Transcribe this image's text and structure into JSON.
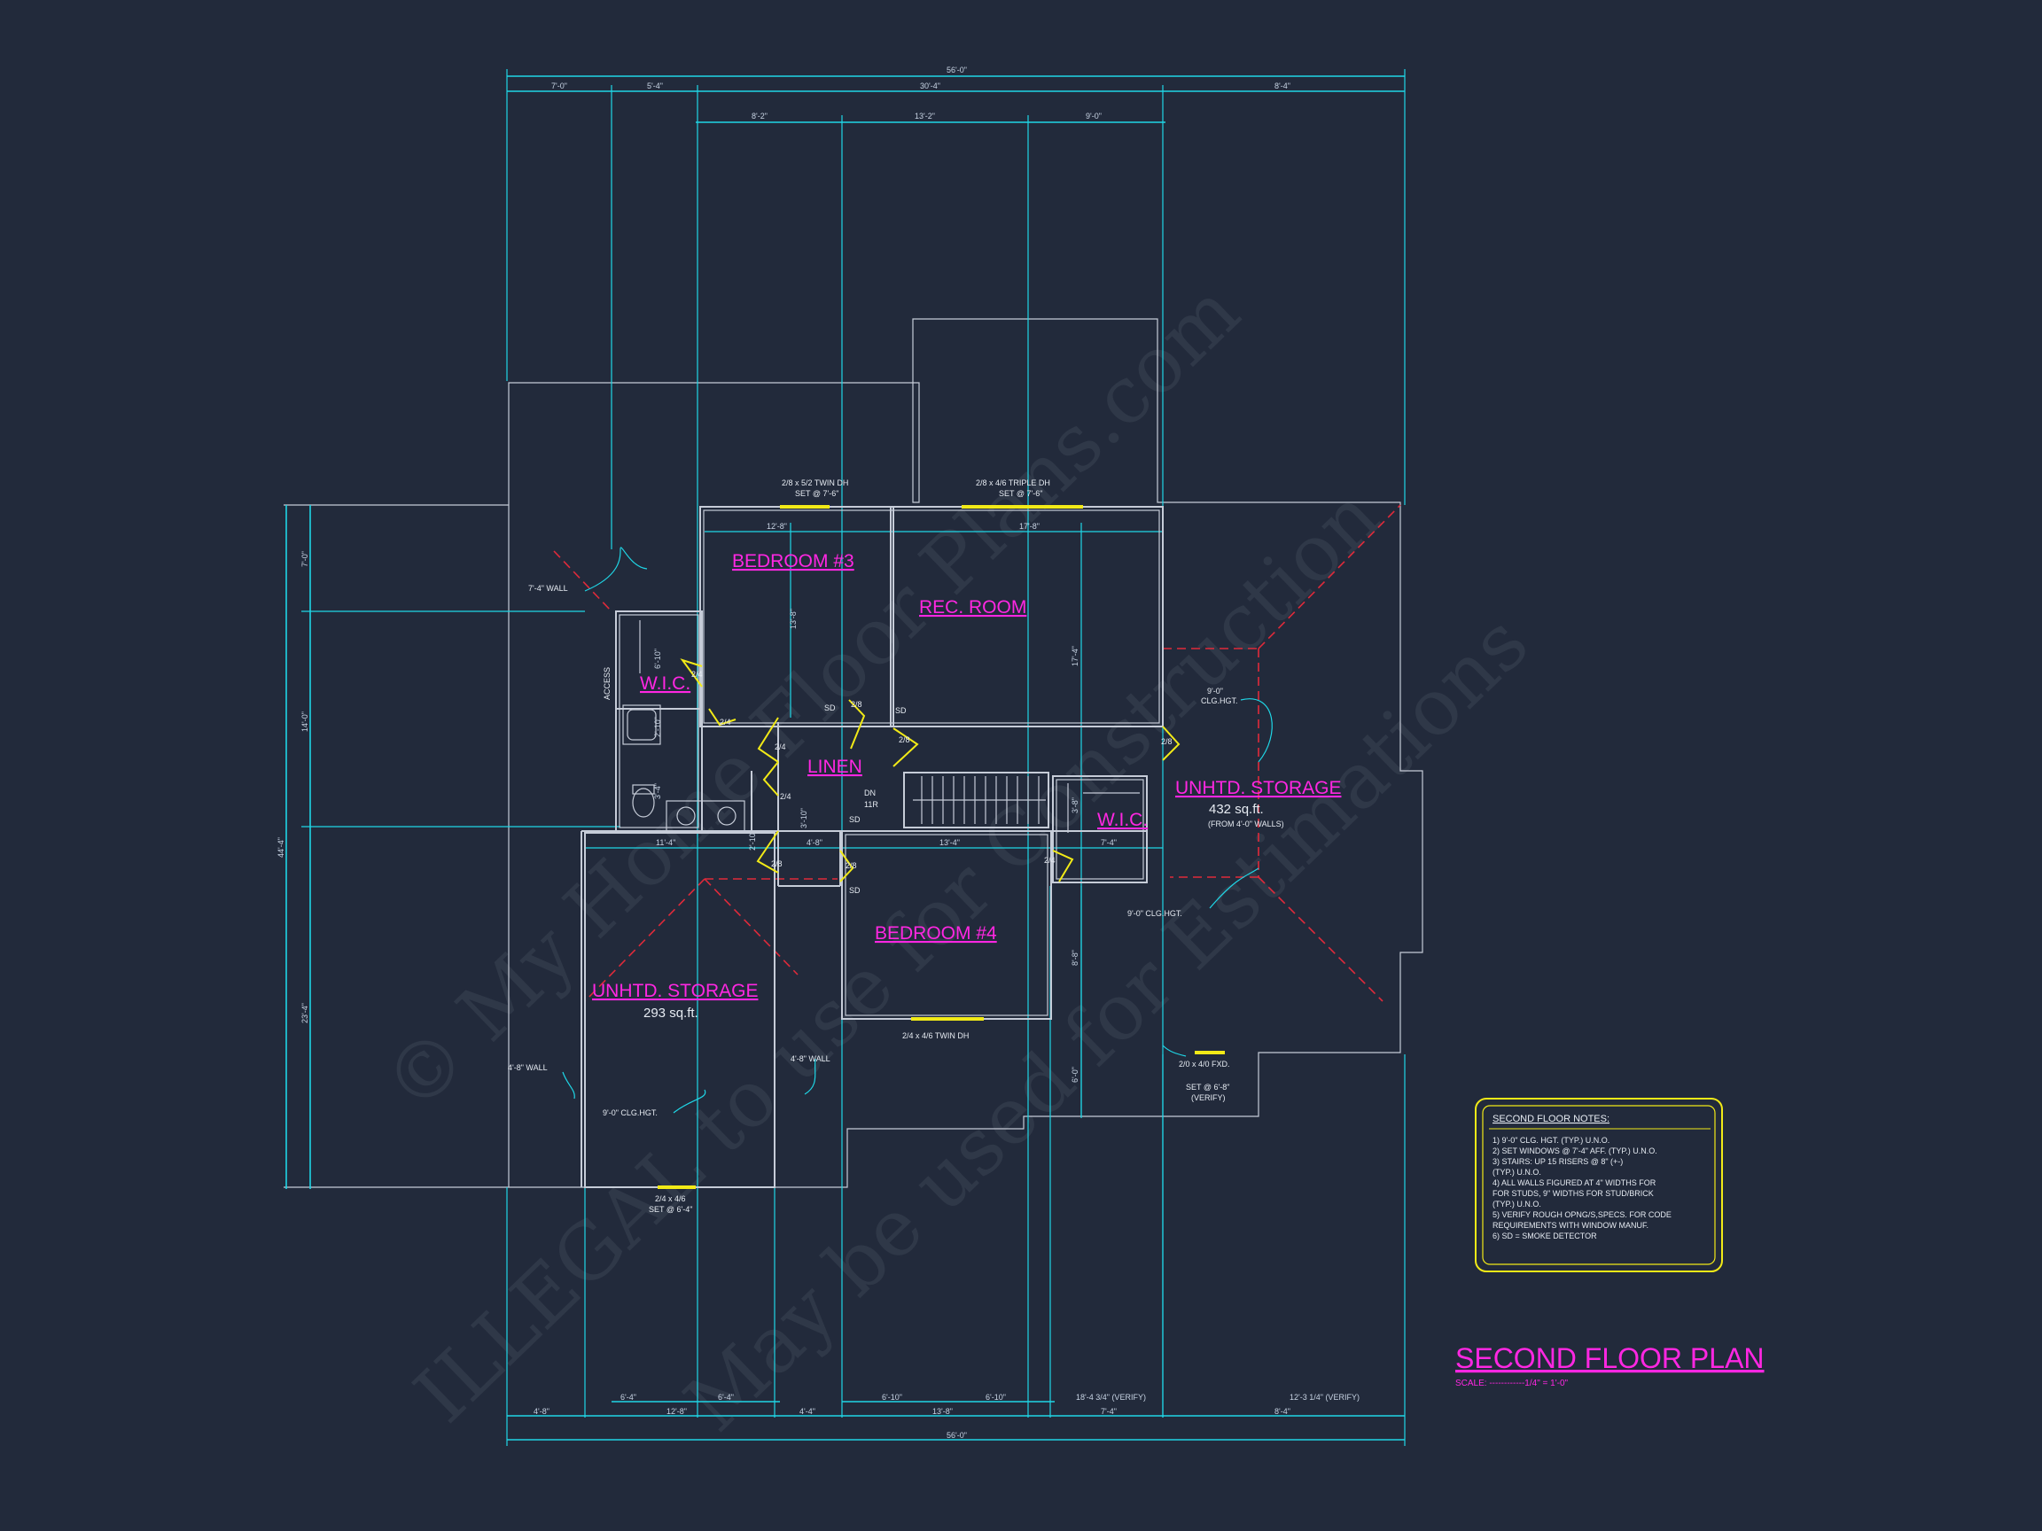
{
  "plan": {
    "title": "SECOND FLOOR PLAN",
    "scale": "SCALE: ------------1/4\" = 1'-0\""
  },
  "rooms": {
    "bedroom3": "BEDROOM #3",
    "rec_room": "REC. ROOM",
    "bedroom4": "BEDROOM #4",
    "storage_right": "UNHTD. STORAGE",
    "storage_right_area": "432 sq.ft.",
    "storage_right_sub": "(FROM 4'-0\" WALLS)",
    "storage_left": "UNHTD. STORAGE",
    "storage_left_area": "293 sq.ft.",
    "wic1": "W.I.C.",
    "wic2": "W.I.C.",
    "linen": "LINEN"
  },
  "labels": {
    "win_b3": "2/8 x 5/2 TWIN DH",
    "win_b3_set": "SET @ 7'-6\"",
    "win_rec": "2/8 x 4/6 TRIPLE DH",
    "win_rec_set": "SET @ 7'-6\"",
    "win_b4": "2/4 x 4/6 TWIN DH",
    "win_st": "2/4 x 4/6",
    "win_st_set": "SET @ 6'-4\"",
    "win_fxd": "2/0 x 4/0 FXD.",
    "win_fxd_set": "SET @ 6'-8\"",
    "verify": "(VERIFY)",
    "wall_74": "7'-4\" WALL",
    "wall_48a": "4'-8\" WALL",
    "wall_48b": "4'-8\" WALL",
    "clg_r": "9'-0\"",
    "clg_r2": "CLG.HGT.",
    "clg_b": "9'-0\" CLG.HGT.",
    "clg_l": "9'-0\" CLG.HGT.",
    "access": "ACCESS",
    "dn": "DN",
    "dn2": "11R",
    "sd1": "SD",
    "sd2": "SD",
    "sd3": "SD",
    "sd4": "SD",
    "d1": "2/4",
    "d2": "2/4",
    "d3": "2/4",
    "d4": "2/4",
    "d5": "2/8",
    "d6": "2/8",
    "d7": "2/8",
    "d8": "2/8",
    "d9": "2/8",
    "d10": "2/4"
  },
  "notes": {
    "title": "SECOND FLOOR NOTES:",
    "lines": [
      "1) 9'-0\" CLG. HGT. (TYP.) U.N.O.",
      "2) SET WINDOWS @ 7'-4\" AFF. (TYP.) U.N.O.",
      "3) STAIRS: UP 15 RISERS @ 8\" (+-)",
      "    (TYP.) U.N.O.",
      "4) ALL WALLS FIGURED AT 4\" WIDTHS FOR",
      "    FOR STUDS, 9\" WIDTHS FOR STUD/BRICK",
      "    (TYP.) U.N.O.",
      "5) VERIFY ROUGH OPNG/S,SPECS. FOR CODE",
      "    REQUIREMENTS WITH WINDOW MANUF.",
      "6) SD = SMOKE DETECTOR"
    ]
  },
  "dims": {
    "top_total": "56'-0\"",
    "top_a": "7'-0\"",
    "top_b": "5'-4\"",
    "top_c": "30'-4\"",
    "top_d": "8'-4\"",
    "top2_a": "8'-2\"",
    "top2_b": "13'-2\"",
    "top2_c": "9'-0\"",
    "left_total": "44'-4\"",
    "left_a": "7'-0\"",
    "left_b": "14'-0\"",
    "left_c": "23'-4\"",
    "bot_total": "56'-0\"",
    "bot_a": "4'-8\"",
    "bot_b": "12'-8\"",
    "bot_b1": "6'-4\"",
    "bot_b2": "6'-4\"",
    "bot_c": "4'-4\"",
    "bot_d": "13'-8\"",
    "bot_d1": "6'-10\"",
    "bot_d2": "6'-10\"",
    "bot_e": "7'-4\"",
    "bot_f": "8'-4\"",
    "bot_v1": "18'-4 3/4\" (VERIFY)",
    "bot_v2": "12'-3 1/4\" (VERIFY)",
    "in_b3w": "12'-8\"",
    "in_recw": "17'-8\"",
    "in_b3h": "13'-8\"",
    "in_rech": "17'-4\"",
    "in_hall1": "11'-4\"",
    "in_hall2": "4'-8\"",
    "in_hall3": "13'-4\"",
    "in_hall4": "7'-4\"",
    "in_b4h1": "8'-8\"",
    "in_b4h2": "6'-0\"",
    "in_wic1": "6'-10\"",
    "in_bath": "2'-10\"",
    "in_small": "3'-4\"",
    "in_small2": "3'-10\"",
    "in_small3": "2'-10\"",
    "in_wic2": "3'-8\""
  },
  "watermark": {
    "line1": "© My Home Floor Plans.com",
    "line2": "ILLEGAL to use for Construction",
    "line3": "May be used for Estimations"
  },
  "colors": {
    "background": "#222a3b",
    "dimension": "#1fd6e6",
    "room_label": "#ff27e2",
    "door": "#f2ea17",
    "roof_hip": "#e02a3a",
    "wall": "#c6ccd8"
  }
}
